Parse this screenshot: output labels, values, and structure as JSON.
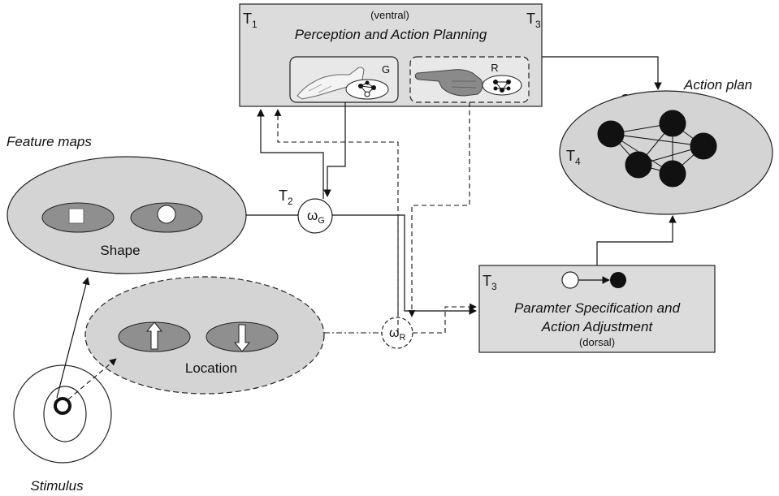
{
  "top_box": {
    "t_left": "T",
    "t_left_sub": "1",
    "t_right": "T",
    "t_right_sub": "3",
    "ventral": "(ventral)",
    "title": "Perception and Action Planning",
    "grasp_label": "G",
    "point_label": "R"
  },
  "action_plan": {
    "title": "Action plan",
    "g_prime": "G'",
    "t_label": "T",
    "t_sub": "4"
  },
  "feature_maps": {
    "title": "Feature maps",
    "shape_label": "Shape"
  },
  "location": {
    "label": "Location"
  },
  "stimulus": {
    "label": "Stimulus"
  },
  "omega_g": {
    "symbol": "ω",
    "sub": "G",
    "t_label": "T",
    "t_sub": "2"
  },
  "omega_r": {
    "symbol": "ω",
    "sub": "R"
  },
  "bottom_box": {
    "t_label": "T",
    "t_sub": "3",
    "line1": "Paramter Specification and",
    "line2": "Action Adjustment",
    "dorsal": "(dorsal)"
  },
  "colors": {
    "box_fill": "#dcdcdc",
    "ellipse_fill": "#d4d4d4",
    "inner_fill": "#8f8f8f"
  }
}
